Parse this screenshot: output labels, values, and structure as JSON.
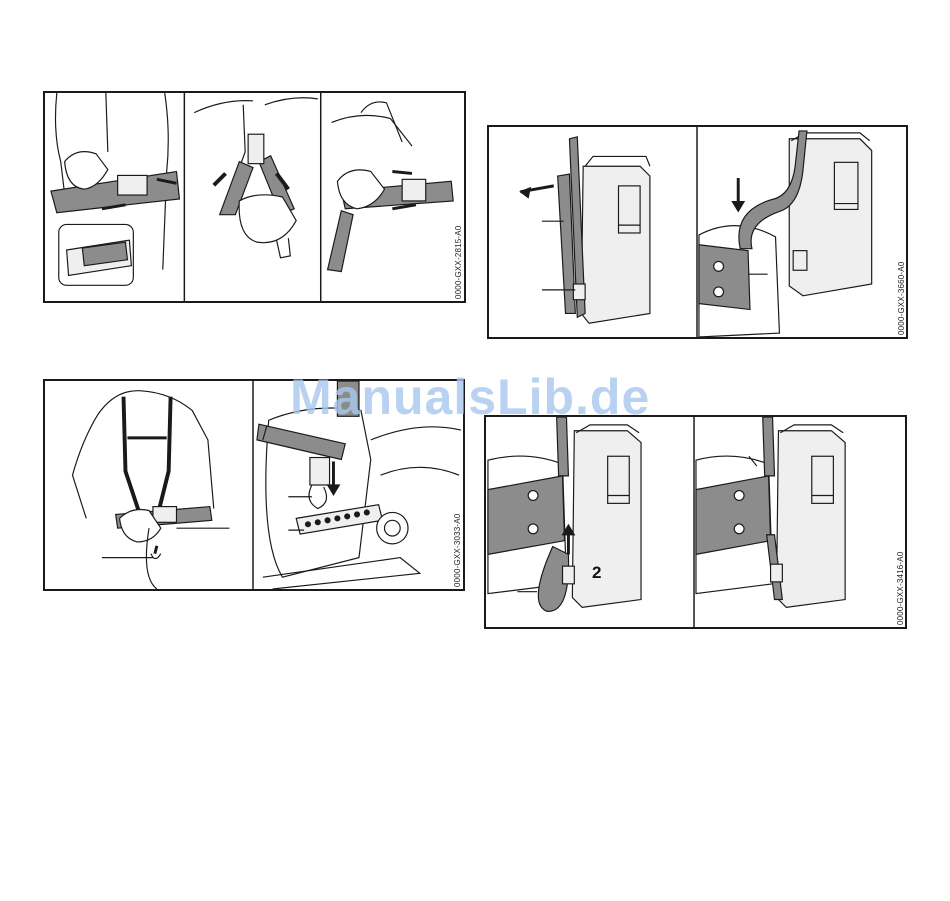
{
  "figures": {
    "harness_waist": {
      "code": "0000-GXX-2815-A0"
    },
    "harness_attach": {
      "code": "0000-GXX-3033-A0"
    },
    "battery_strap_a": {
      "code": "0000-GXX-3660-A0"
    },
    "battery_strap_b": {
      "code": "0000-GXX-3416-A0",
      "callout": "2"
    }
  },
  "watermark": "ManualsLib.de",
  "colors": {
    "line": "#1a1a1a",
    "strap": "#8c8c8c",
    "body": "#efefef",
    "watermark": "#a8c8ee"
  }
}
